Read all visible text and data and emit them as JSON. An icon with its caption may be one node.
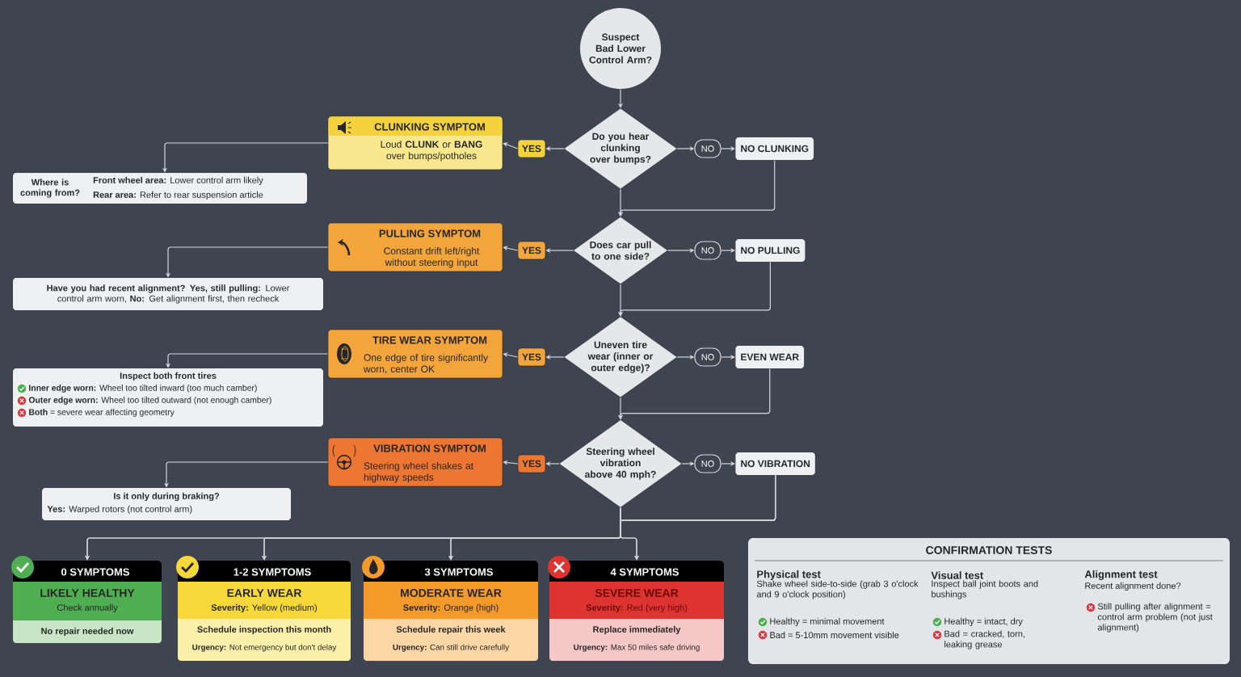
{
  "diagram": {
    "nodes": [
      {
        "text": [
          "Suspect Bad Lower Control Arm?"
        ]
      },
      {
        "text": [
          "Do you hear clunking over bumps?"
        ]
      },
      {
        "text": [
          "YES"
        ]
      },
      {
        "text": [
          "CLUNKING SYMPTOM",
          "Loud **CLUNK** or **BANG** over bumps/potholes"
        ]
      },
      {
        "text": [
          "Where is coming from?",
          "**Front wheel area:** Lower control arm likely",
          "**Rear area:** Refer to rear suspension article"
        ]
      },
      {
        "text": [
          "NO"
        ]
      },
      {
        "text": [
          "NO CLUNKING"
        ]
      },
      {
        "text": [
          "Does car pull to one side?"
        ]
      },
      {
        "text": [
          "YES"
        ]
      },
      {
        "text": [
          "PULLING SYMPTOM",
          "Constant drift left/right without steering input"
        ]
      },
      {
        "text": [
          "**Have you had recent alignment? Yes, still pulling:** Lower control arm worn, **No:** Get alignment first, then recheck"
        ]
      },
      {
        "text": [
          "NO"
        ]
      },
      {
        "text": [
          "NO PULLING"
        ]
      },
      {
        "text": [
          "Uneven tire wear (inner or outer edge)?"
        ]
      },
      {
        "text": [
          "YES"
        ]
      },
      {
        "text": [
          "TIRE WEAR SYMPTOM",
          "One edge of tire significantly worn, center OK"
        ]
      },
      {
        "text": [
          "Inspect both front tires",
          "**Inner edge worn:** Wheel too tilted inward (too much camber)",
          "**Outer edge worn:** Wheel too tilted outward (not enough camber)",
          "**Both** = severe wear affecting geometry"
        ]
      },
      {
        "text": [
          "NO"
        ]
      },
      {
        "text": [
          "EVEN WEAR"
        ]
      },
      {
        "text": [
          "Steering wheel vibration above 40 mph?"
        ]
      },
      {
        "text": [
          "YES"
        ]
      },
      {
        "text": [
          "VIBRATION SYMPTOM",
          "Steering wheel shakes at highway speeds"
        ]
      },
      {
        "text": [
          "Is it only during braking?",
          "**Yes:** Warped rotors (not control arm)"
        ]
      },
      {
        "text": [
          "NO"
        ]
      },
      {
        "text": [
          "NO VIBRATION"
        ]
      },
      {
        "text": [
          "0 SYMPTOMS",
          "LIKELY HEALTHY",
          "Check annually",
          "No repair needed now"
        ]
      },
      {
        "text": [
          "1-2 SYMPTOMS",
          "EARLY WEAR",
          "**Severity:** Yellow (medium)",
          "Schedule inspection this month",
          "**Urgency:** Not emergency but don't delay"
        ]
      },
      {
        "text": [
          "3 SYMPTOMS",
          "MODERATE WEAR",
          "**Severity:** Orange (high)",
          "Schedule repair this week",
          "**Urgency:** Can still drive carefully"
        ]
      },
      {
        "text": [
          "4 SYMPTOMS",
          "SEVERE WEAR",
          "**Severity:** Red (very high)",
          "Replace immediately",
          "**Urgency:** Max 50 miles safe driving"
        ]
      },
      {
        "text": [
          "CONFIRMATION TESTS",
          "Physical test",
          "Shake wheel side-to-side (grab 3 o'clock and 9 o'clock position)",
          "Healthy = minimal movement",
          "Bad = 5-10mm movement visible",
          "Visual test",
          "Inspect ball joint boots and bushings",
          "Healthy = intact, dry",
          "Bad = cracked, torn, leaking grease",
          "Alignment test",
          "Recent alignment done?",
          "Still pulling after alignment = control arm problem (not just alignment)"
        ]
      }
    ],
    "edges": [
      {
        "from": 0,
        "to": 1,
        "arrow": "to"
      },
      {
        "from": 1,
        "to": 2,
        "arrow": "to"
      },
      {
        "from": 2,
        "to": 3,
        "arrow": "to"
      },
      {
        "from": 3,
        "to": 4,
        "arrow": "to"
      },
      {
        "from": 1,
        "to": 5,
        "arrow": "to"
      },
      {
        "from": 5,
        "to": 6,
        "arrow": "to"
      },
      {
        "from": 1,
        "to": 7,
        "arrow": "to"
      },
      {
        "from": 6,
        "to": 7,
        "arrow": "to"
      },
      {
        "from": 7,
        "to": 8,
        "arrow": "to"
      },
      {
        "from": 8,
        "to": 9,
        "arrow": "to"
      },
      {
        "from": 9,
        "to": 10,
        "arrow": "to"
      },
      {
        "from": 7,
        "to": 11,
        "arrow": "to"
      },
      {
        "from": 11,
        "to": 12,
        "arrow": "to"
      },
      {
        "from": 7,
        "to": 13,
        "arrow": "to"
      },
      {
        "from": 12,
        "to": 13,
        "arrow": "to"
      },
      {
        "from": 13,
        "to": 14,
        "arrow": "to"
      },
      {
        "from": 14,
        "to": 15,
        "arrow": "to"
      },
      {
        "from": 15,
        "to": 16,
        "arrow": "to"
      },
      {
        "from": 13,
        "to": 17,
        "arrow": "to"
      },
      {
        "from": 17,
        "to": 18,
        "arrow": "to"
      },
      {
        "from": 13,
        "to": 19,
        "arrow": "to"
      },
      {
        "from": 18,
        "to": 19,
        "arrow": "to"
      },
      {
        "from": 19,
        "to": 20,
        "arrow": "to"
      },
      {
        "from": 20,
        "to": 21,
        "arrow": "to"
      },
      {
        "from": 21,
        "to": 22,
        "arrow": "to"
      },
      {
        "from": 19,
        "to": 23,
        "arrow": "to"
      },
      {
        "from": 23,
        "to": 24,
        "arrow": "to"
      },
      {
        "from": 19,
        "to": 25,
        "arrow": "to"
      },
      {
        "from": 19,
        "to": 26,
        "arrow": "to"
      },
      {
        "from": 19,
        "to": 27,
        "arrow": "to"
      },
      {
        "from": 19,
        "to": 28,
        "arrow": "to"
      },
      {
        "from": 24,
        "to": 25,
        "arrow": "to"
      },
      {
        "from": 24,
        "to": 26,
        "arrow": "to"
      },
      {
        "from": 24,
        "to": 27,
        "arrow": "to"
      },
      {
        "from": 24,
        "to": 28,
        "arrow": "to"
      }
    ]
  }
}
